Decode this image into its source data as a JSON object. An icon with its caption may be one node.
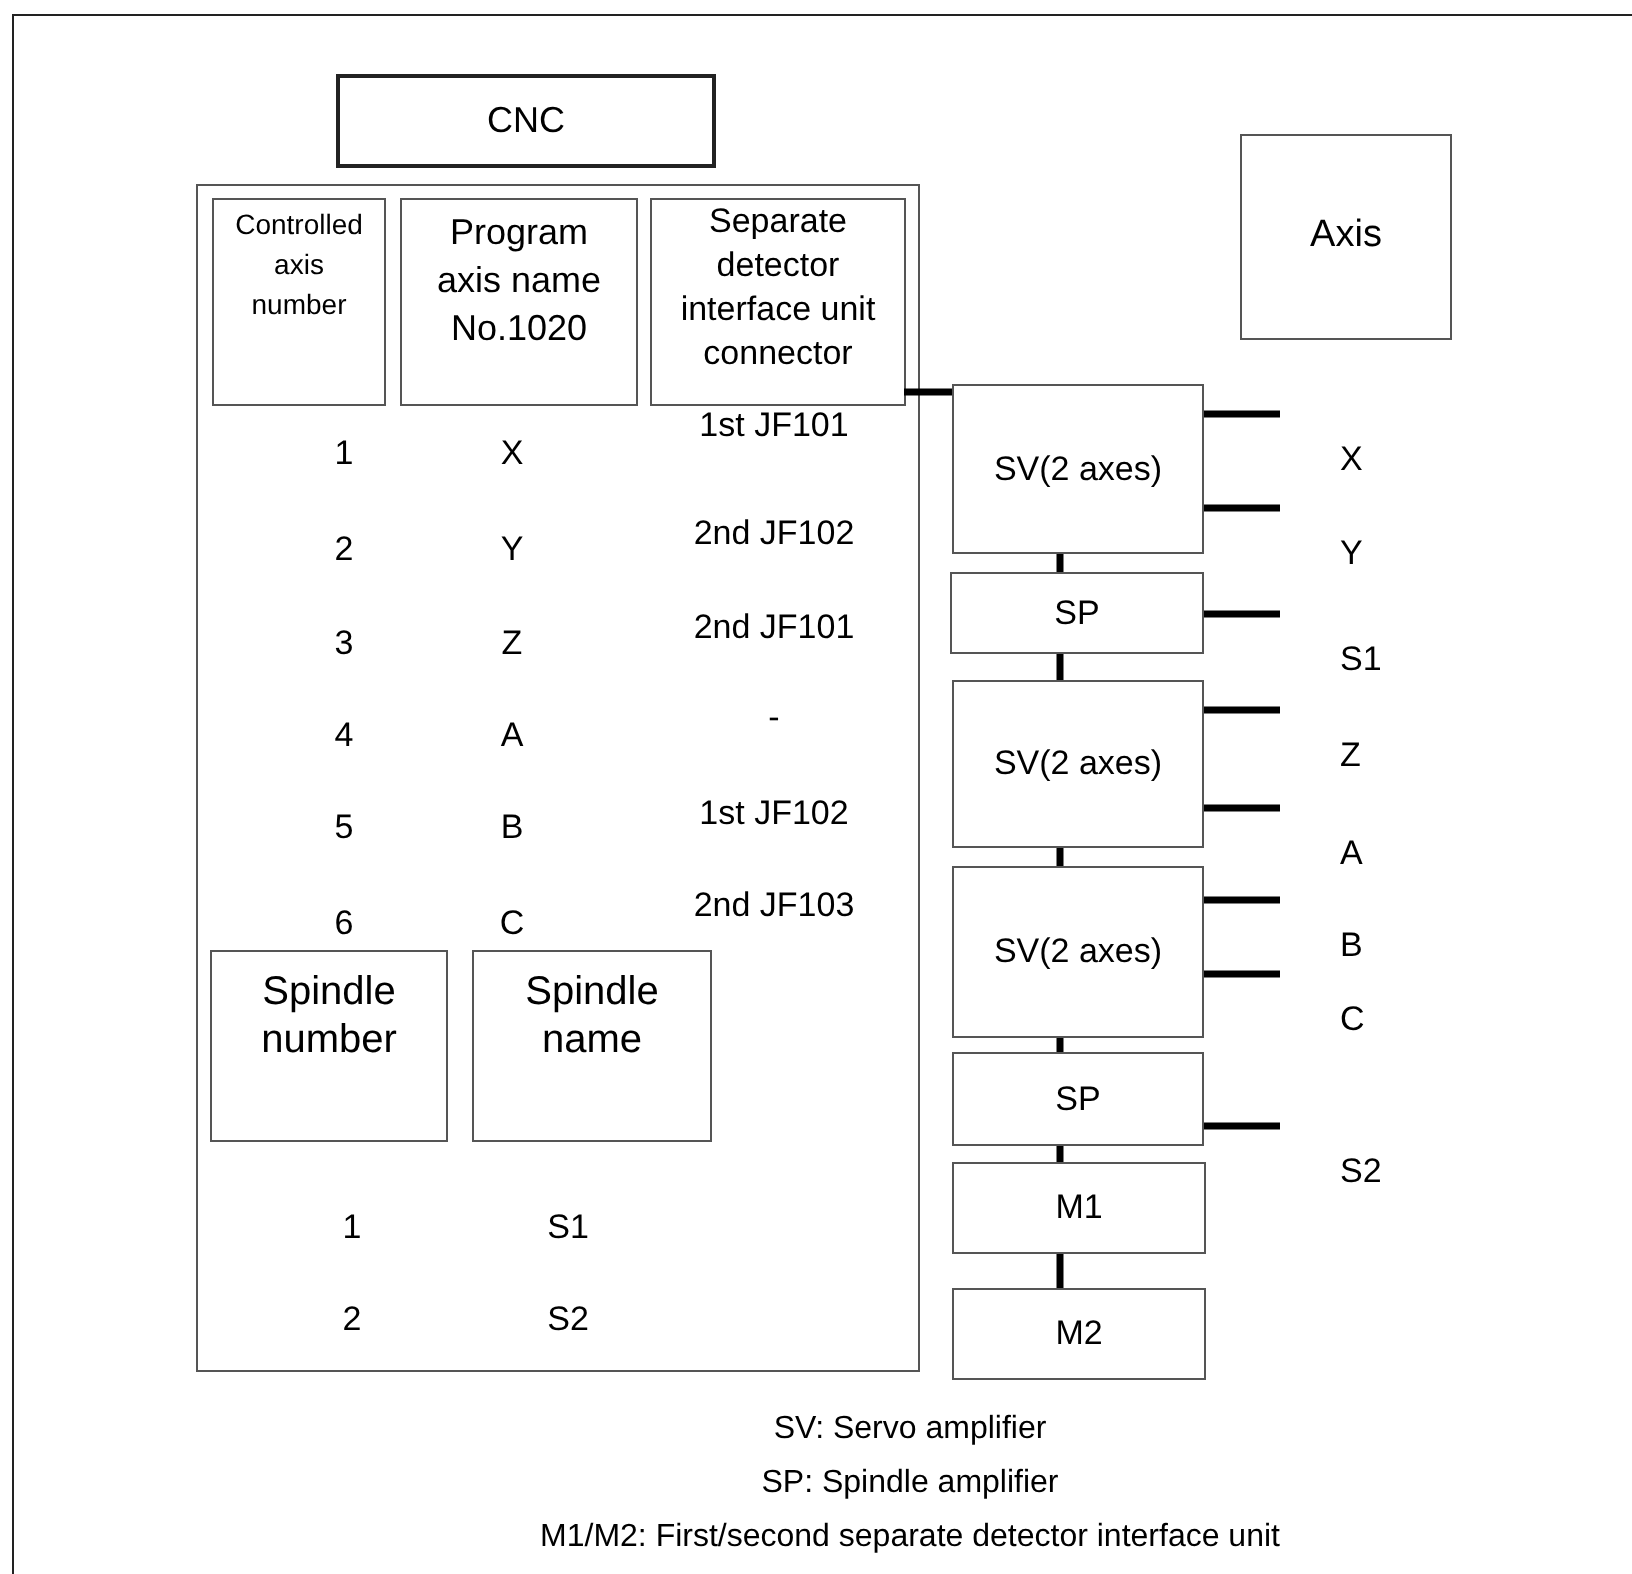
{
  "diagram": {
    "nodes": [
      {
        "text": [
          "CNC"
        ]
      },
      {
        "text": [],
        "shape": "box"
      },
      {
        "text": [
          "Controlled axis number"
        ],
        "in": 1
      },
      {
        "text": [
          "Program axis name No.1020"
        ],
        "in": 1
      },
      {
        "text": [
          "Separate detector interface unit connector"
        ],
        "in": 1
      },
      {
        "text": [
          "Spindle number"
        ],
        "in": 1
      },
      {
        "text": [
          "Spindle name"
        ],
        "in": 1
      },
      {
        "text": [
          "Axis"
        ]
      },
      {
        "text": [
          "SV(2 axes)"
        ]
      },
      {
        "text": [
          "SP"
        ]
      },
      {
        "text": [
          "SV(2 axes)"
        ]
      },
      {
        "text": [
          "SV(2 axes)"
        ]
      },
      {
        "text": [
          "SP"
        ]
      },
      {
        "text": [
          "M1"
        ]
      },
      {
        "text": [
          "M2"
        ]
      },
      {
        "text": [
          "X"
        ]
      },
      {
        "text": [
          "Y"
        ]
      },
      {
        "text": [
          "S1"
        ]
      },
      {
        "text": [
          "Z"
        ]
      },
      {
        "text": [
          "A"
        ]
      },
      {
        "text": [
          "B"
        ]
      },
      {
        "text": [
          "C"
        ]
      },
      {
        "text": [
          "S2"
        ]
      }
    ],
    "edges": [
      {
        "from": 4,
        "to": 8,
        "arrow": "none"
      },
      {
        "from": 8,
        "to": 9,
        "arrow": "none"
      },
      {
        "from": 9,
        "to": 10,
        "arrow": "none"
      },
      {
        "from": 10,
        "to": 11,
        "arrow": "none"
      },
      {
        "from": 11,
        "to": 12,
        "arrow": "none"
      },
      {
        "from": 12,
        "to": 13,
        "arrow": "none"
      },
      {
        "from": 13,
        "to": 14,
        "arrow": "none"
      },
      {
        "from": 8,
        "to": 15,
        "arrow": "none"
      },
      {
        "from": 8,
        "to": 16,
        "arrow": "none"
      },
      {
        "from": 9,
        "to": 17,
        "arrow": "none"
      },
      {
        "from": 10,
        "to": 18,
        "arrow": "none"
      },
      {
        "from": 10,
        "to": 19,
        "arrow": "none"
      },
      {
        "from": 11,
        "to": 20,
        "arrow": "none"
      },
      {
        "from": 11,
        "to": 21,
        "arrow": "none"
      },
      {
        "from": 12,
        "to": 22,
        "arrow": "none"
      }
    ],
    "labels": [
      "1",
      "X",
      "1st JF101",
      "2",
      "Y",
      "2nd JF102",
      "3",
      "Z",
      "2nd JF101",
      "4",
      "A",
      "-",
      "5",
      "B",
      "1st JF102",
      "6",
      "C",
      "2nd JF103",
      "1",
      "S1",
      "2",
      "S2",
      "SV: Servo amplifier",
      "SP: Spindle amplifier",
      "M1/M2: First/second separate detector interface unit"
    ]
  }
}
